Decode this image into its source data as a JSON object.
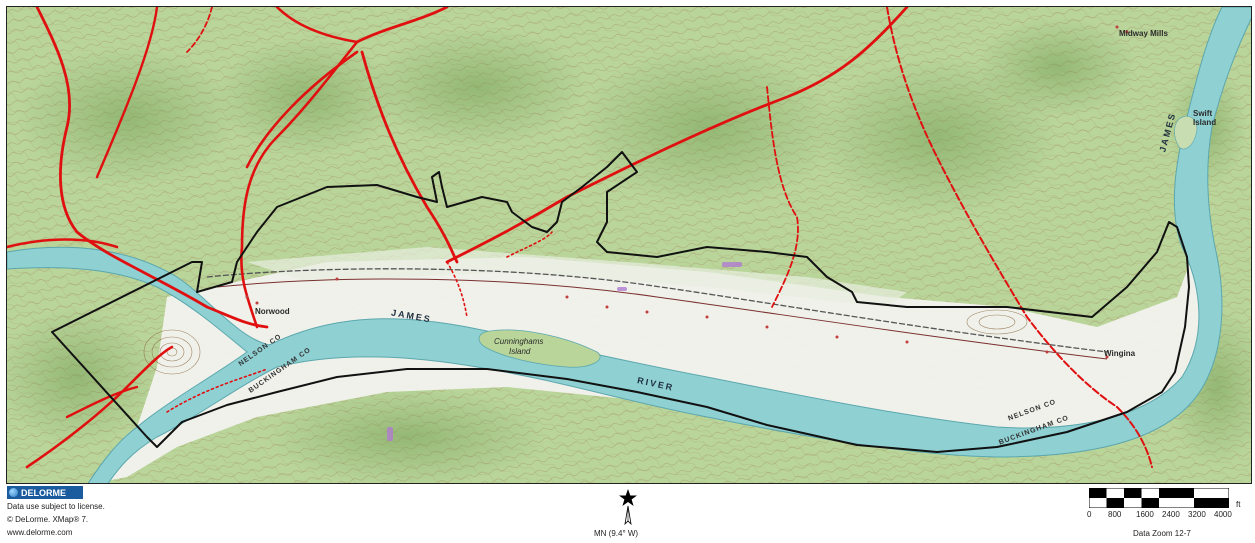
{
  "map": {
    "places": {
      "norwood": "Norwood",
      "cunninghams": "Cunninghams",
      "island": "Island",
      "wingina": "Wingina",
      "midway_mills": "Midway Mills",
      "swift_island_1": "Swift",
      "swift_island_2": "Island"
    },
    "rivers": {
      "james_lower": "JAMES",
      "river_lower": "RIVER",
      "james_right": "JAMES"
    },
    "counties": {
      "nelson_left": "NELSON CO",
      "buckingham_left": "BUCKINGHAM CO",
      "nelson_right": "NELSON CO",
      "buckingham_right": "BUCKINGHAM CO"
    },
    "colors": {
      "land": "#b9d59a",
      "river": "#8fd0d3",
      "floodplain": "#f2f2ee",
      "contour": "#b48a5a",
      "trail": "#e01010",
      "boundary": "#111111"
    }
  },
  "footer": {
    "logo": "DELORME",
    "license": "Data use subject to license.",
    "copyright": "© DeLorme. XMap® 7.",
    "website": "www.delorme.com",
    "north_label": "MN (9.4° W)",
    "scale": {
      "ticks": [
        "0",
        "800",
        "1600",
        "2400",
        "3200",
        "4000"
      ],
      "unit": "ft"
    },
    "data_zoom": "Data Zoom 12-7"
  }
}
